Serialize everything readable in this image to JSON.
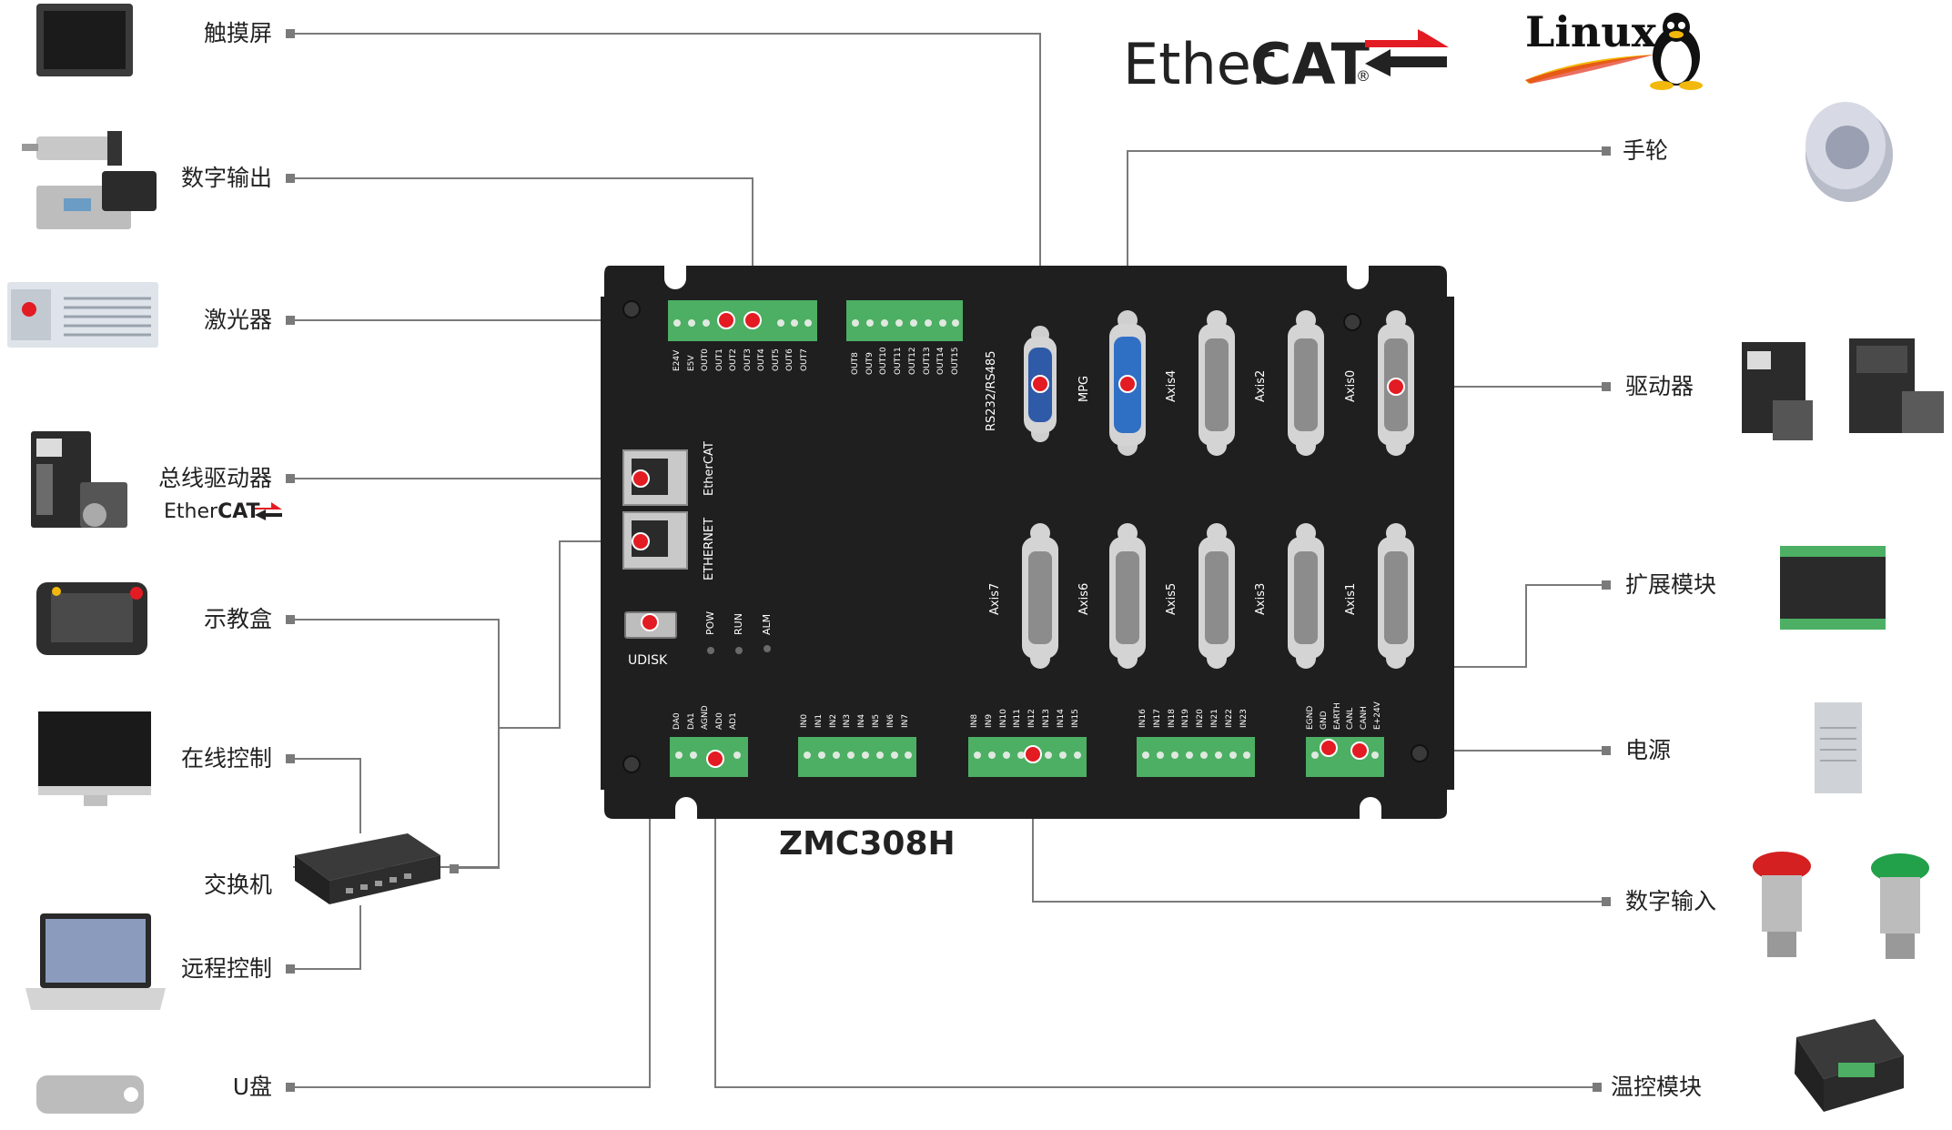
{
  "board": {
    "model": "ZMC308H",
    "etherCAT_port": "EtherCAT",
    "ethernet_port": "ETHERNET",
    "udisk": "UDISK",
    "leds": [
      "POW",
      "RUN",
      "ALM"
    ],
    "serial_port": "RS232/RS485",
    "mpg_port": "MPG",
    "axes_top": [
      "Axis4",
      "Axis2",
      "Axis0"
    ],
    "axes_bottom": [
      "Axis7",
      "Axis6",
      "Axis5",
      "Axis3",
      "Axis1"
    ],
    "terminal_out_a": [
      "E24V",
      "E5V",
      "OUT0",
      "OUT1",
      "OUT2",
      "OUT3",
      "OUT4",
      "OUT5",
      "OUT6",
      "OUT7"
    ],
    "terminal_out_b": [
      "OUT8",
      "OUT9",
      "OUT10",
      "OUT11",
      "OUT12",
      "OUT13",
      "OUT14",
      "OUT15"
    ],
    "terminal_analog": [
      "DA0",
      "DA1",
      "AGND",
      "AD0",
      "AD1"
    ],
    "terminal_in_a": [
      "IN0",
      "IN1",
      "IN2",
      "IN3",
      "IN4",
      "IN5",
      "IN6",
      "IN7"
    ],
    "terminal_in_b": [
      "IN8",
      "IN9",
      "IN10",
      "IN11",
      "IN12",
      "IN13",
      "IN14",
      "IN15"
    ],
    "terminal_in_c": [
      "IN16",
      "IN17",
      "IN18",
      "IN19",
      "IN20",
      "IN21",
      "IN22",
      "IN23"
    ],
    "terminal_power": [
      "EGND",
      "GND",
      "EARTH",
      "CANL",
      "CANH",
      "E+24V"
    ]
  },
  "logos": {
    "ethercat_a": "Ether",
    "ethercat_b": "CAT",
    "registered": "®",
    "linux": "Linux"
  },
  "left_labels": {
    "touchscreen": "触摸屏",
    "digital_output": "数字输出",
    "laser": "激光器",
    "bus_driver": "总线驱动器",
    "bus_driver_sub_a": "Ether",
    "bus_driver_sub_b": "CAT",
    "teach_pendant": "示教盒",
    "online_control": "在线控制",
    "switch": "交换机",
    "remote_control": "远程控制",
    "usb_disk": "U盘"
  },
  "right_labels": {
    "handwheel": "手轮",
    "driver": "驱动器",
    "expansion": "扩展模块",
    "power": "电源",
    "digital_input": "数字输入",
    "temp_module": "温控模块"
  },
  "colors": {
    "board": "#1f1f1f",
    "terminal": "#4caf63",
    "line": "#7a7a7a",
    "marker": "#e31b23",
    "port_silver": "#c9c9c9",
    "port_blue": "#2f6fc4"
  }
}
